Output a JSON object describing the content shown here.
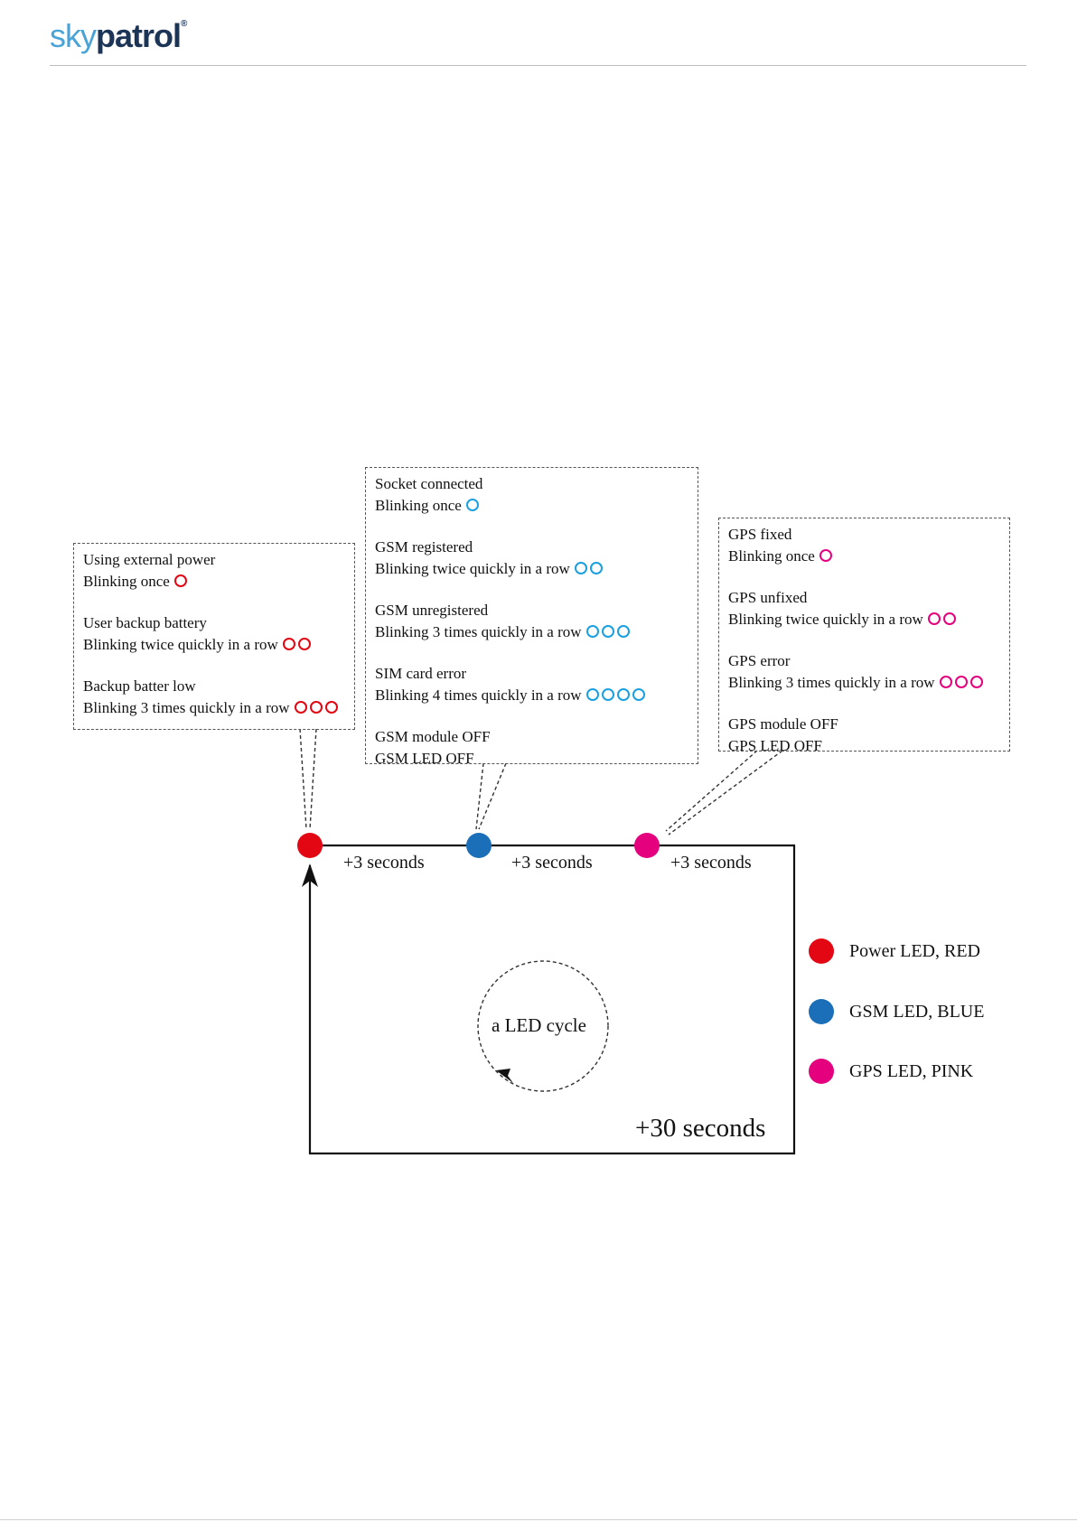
{
  "header": {
    "logo_sky": "sky",
    "logo_patrol": "patrol",
    "logo_mark": "®"
  },
  "colors": {
    "power": "#e30613",
    "gsm": "#1b6fb8",
    "gsm_ring": "#1aa0e0",
    "gps": "#e5007e"
  },
  "power_box": {
    "items": [
      {
        "title": "Using external power",
        "desc": "Blinking once",
        "count": 1
      },
      {
        "title": "User backup battery",
        "desc": "Blinking twice quickly in a row",
        "count": 2
      },
      {
        "title": "Backup batter low",
        "desc": "Blinking 3 times quickly in a row",
        "count": 3
      }
    ]
  },
  "gsm_box": {
    "items": [
      {
        "title": "Socket connected",
        "desc": "Blinking once",
        "count": 1
      },
      {
        "title": "GSM registered",
        "desc": "Blinking twice quickly in a row",
        "count": 2
      },
      {
        "title": "GSM unregistered",
        "desc": "Blinking 3 times quickly in a row",
        "count": 3
      },
      {
        "title": "SIM card error",
        "desc": "Blinking 4 times quickly in a row",
        "count": 4
      },
      {
        "title": "GSM module OFF",
        "desc": "GSM LED OFF",
        "count": 0
      }
    ]
  },
  "gps_box": {
    "items": [
      {
        "title": "GPS fixed",
        "desc": "Blinking once",
        "count": 1
      },
      {
        "title": "GPS unfixed",
        "desc": "Blinking twice quickly in a row",
        "count": 2
      },
      {
        "title": "GPS error",
        "desc": "Blinking 3 times quickly in a row",
        "count": 3
      },
      {
        "title": "GPS module OFF",
        "desc": "GPS LED OFF",
        "count": 0
      }
    ]
  },
  "timeline": {
    "step1": "+3 seconds",
    "step2": "+3 seconds",
    "step3": "+3 seconds",
    "loop": "+30 seconds",
    "cycle": "a LED cycle"
  },
  "legend": {
    "power": "Power LED, RED",
    "gsm": "GSM LED, BLUE",
    "gps": "GPS LED, PINK"
  }
}
